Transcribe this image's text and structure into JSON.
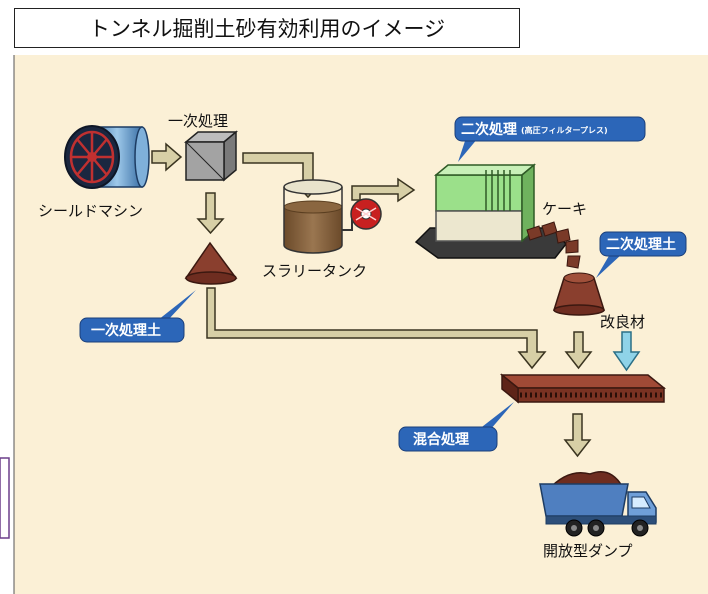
{
  "title": "トンネル掘削土砂有効利用のイメージ",
  "labels": {
    "shield_machine": "シールドマシン",
    "primary_treatment": "一次処理",
    "slurry_tank": "スラリータンク",
    "cake": "ケーキ",
    "improvement_material": "改良材",
    "dump_truck": "開放型ダンプ"
  },
  "tags": {
    "secondary_treatment": "二次処理",
    "secondary_treatment_note": "(高圧フィルタープレス)",
    "secondary_soil": "二次処理土",
    "primary_soil": "一次処理土",
    "mixing": "混合処理"
  },
  "colors": {
    "background": "#fbf0d6",
    "tag_blue": "#2c66b8",
    "arrow_fill": "#d7cfa6",
    "arrow_stroke": "#3a3420",
    "soil_brown": "#7a3a28",
    "additive_arrow": "#8fd3e8"
  }
}
